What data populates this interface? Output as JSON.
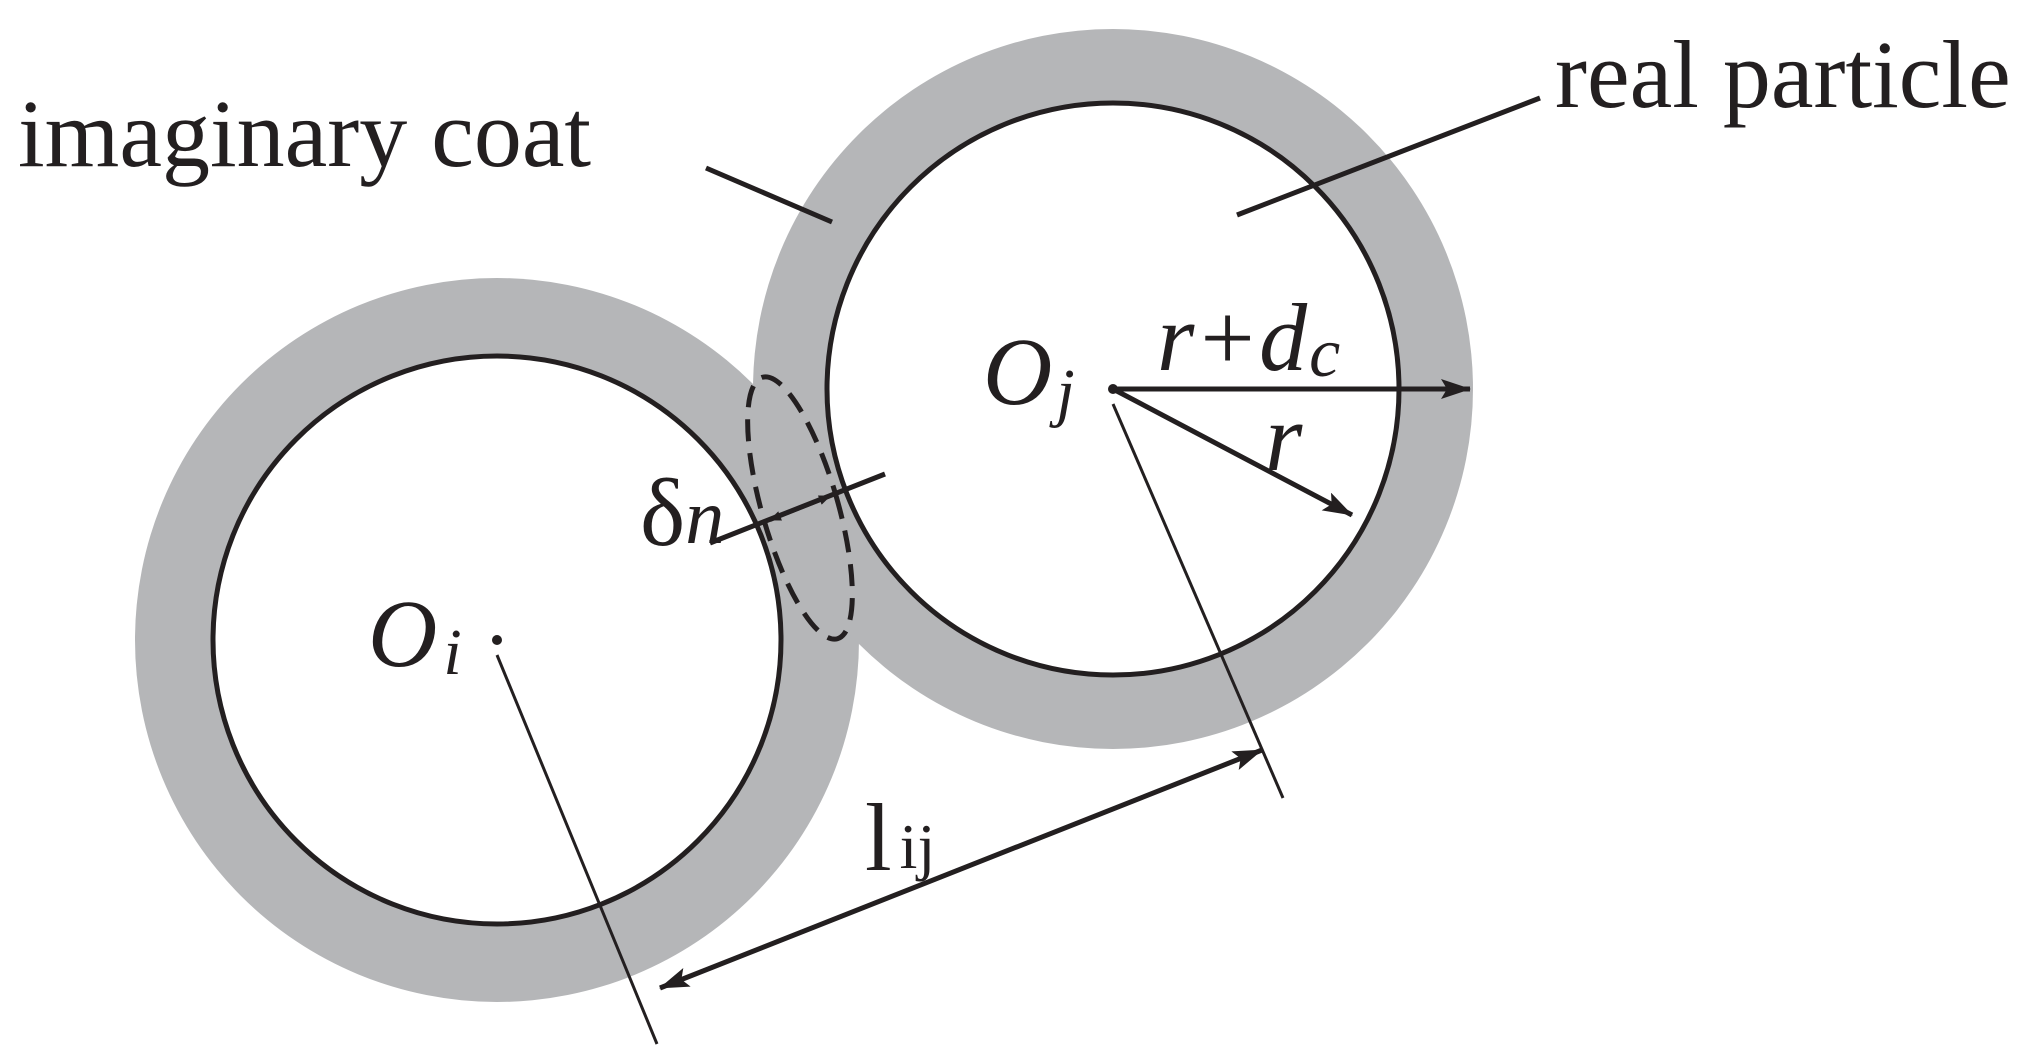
{
  "labels": {
    "imaginary_coat": "imaginary coat",
    "real_particle": "real particle",
    "center_i": "O",
    "center_i_sub": "i",
    "center_j": "O",
    "center_j_sub": "j",
    "coat_radius": "r+d",
    "coat_radius_sub": "c",
    "radius": "r",
    "overlap": "δ",
    "overlap_sub": "n",
    "distance": "l",
    "distance_sub": "ij"
  },
  "colors": {
    "coat": "#b5b6b8",
    "particle": "#ffffff",
    "stroke": "#231f20"
  }
}
